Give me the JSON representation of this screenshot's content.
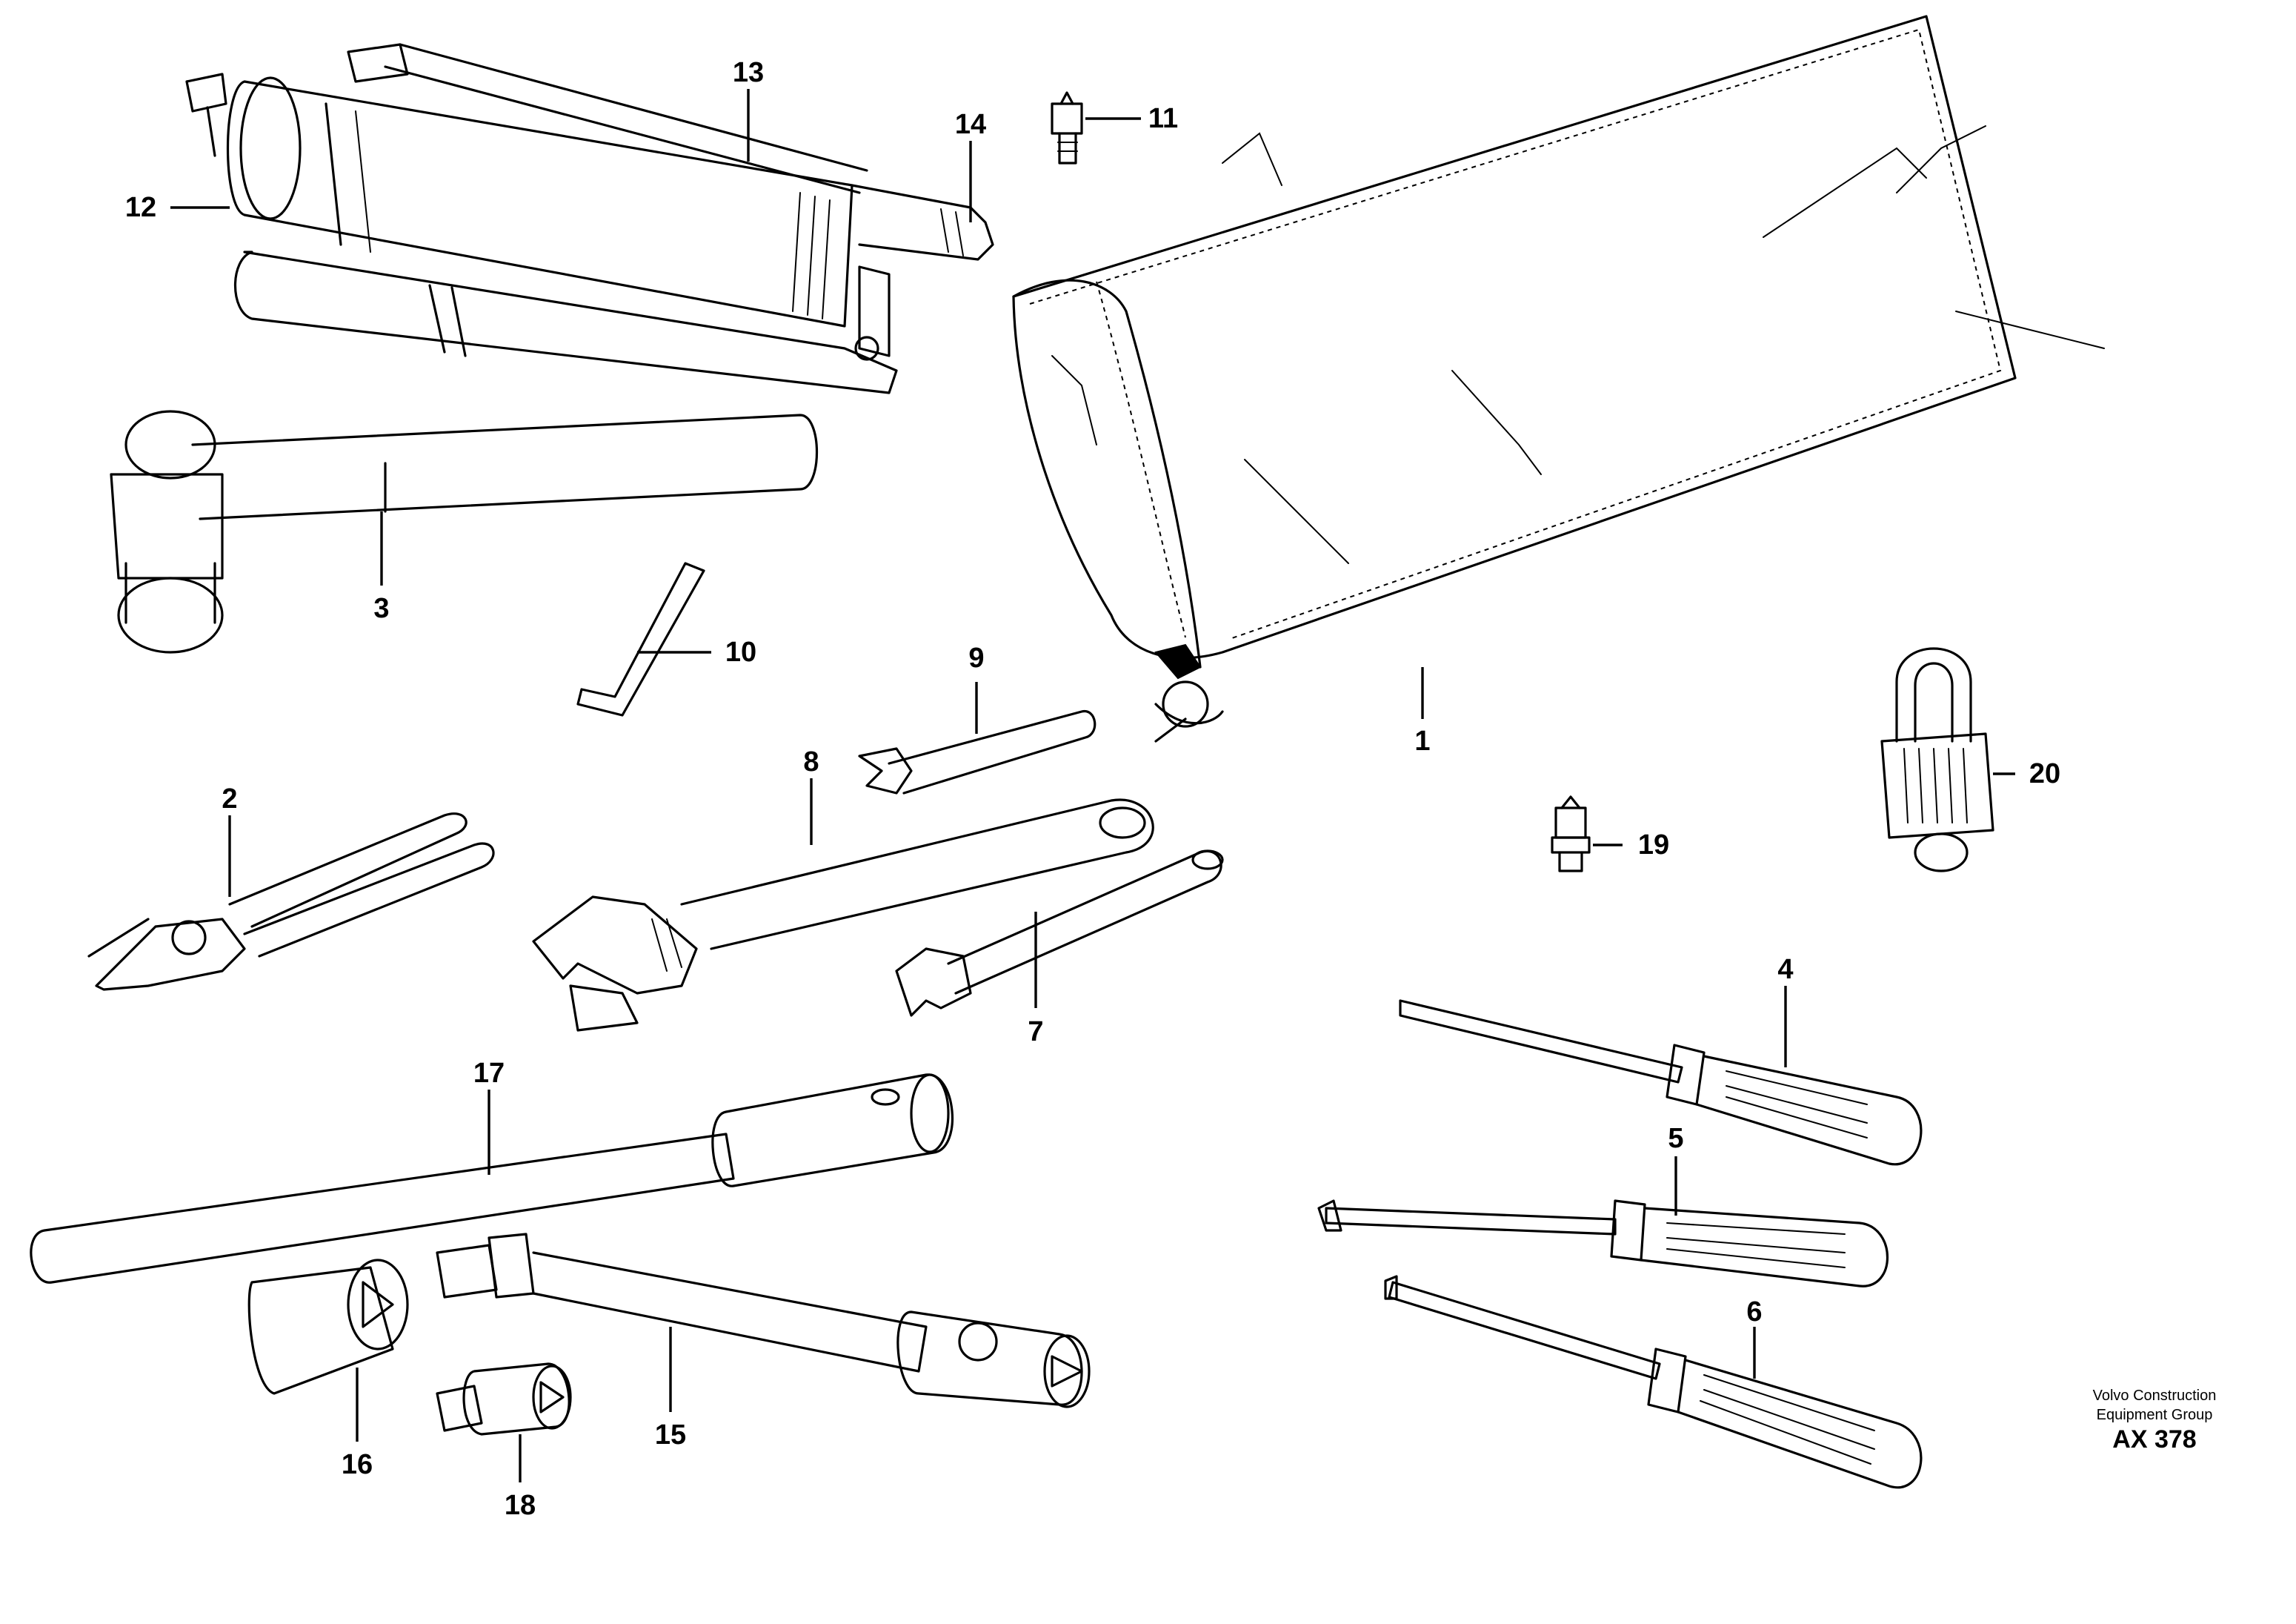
{
  "callouts": {
    "c1": "1",
    "c2": "2",
    "c3": "3",
    "c4": "4",
    "c5": "5",
    "c6": "6",
    "c7": "7",
    "c8": "8",
    "c9": "9",
    "c10": "10",
    "c11": "11",
    "c12": "12",
    "c13": "13",
    "c14": "14",
    "c15": "15",
    "c16": "16",
    "c17": "17",
    "c18": "18",
    "c19": "19",
    "c20": "20"
  },
  "credit": {
    "line1": "Volvo Construction",
    "line2": "Equipment Group",
    "code": "AX 378"
  }
}
